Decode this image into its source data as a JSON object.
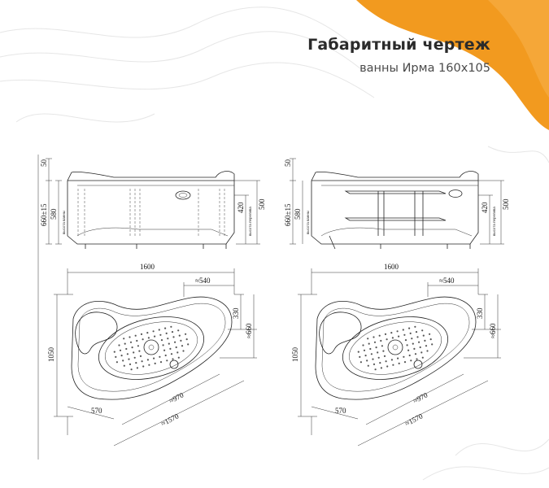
{
  "header": {
    "title": "Габаритный чертеж",
    "subtitle": "ванны Ирма 160x105"
  },
  "colors": {
    "accent": "#f29a1f",
    "contour": "#e4e4e4",
    "ink": "#222222"
  },
  "left_drawing": {
    "front": {
      "dim_50": "50",
      "dim_660": "660±15",
      "dim_580": "580",
      "dim_420": "420",
      "dim_500": "500",
      "vertical_note_left": "высота ванны",
      "vertical_note_right": "высота перелива"
    },
    "top": {
      "dim_1600": "1600",
      "dim_540": "≈540",
      "dim_330": "330",
      "dim_660": "≈660",
      "dim_1050": "1050",
      "dim_570": "570",
      "dim_970": "≈970",
      "dim_1570": "≈1570"
    }
  },
  "right_drawing": {
    "front": {
      "dim_50": "50",
      "dim_660": "660±15",
      "dim_580": "580",
      "dim_420": "420",
      "dim_500": "500",
      "vertical_note_left": "высота ванны",
      "vertical_note_right": "высота перелива"
    },
    "top": {
      "dim_1600": "1600",
      "dim_540": "≈540",
      "dim_330": "330",
      "dim_660": "≈660",
      "dim_1050": "1050",
      "dim_570": "570",
      "dim_970": "≈970",
      "dim_1570": "≈1570"
    }
  }
}
